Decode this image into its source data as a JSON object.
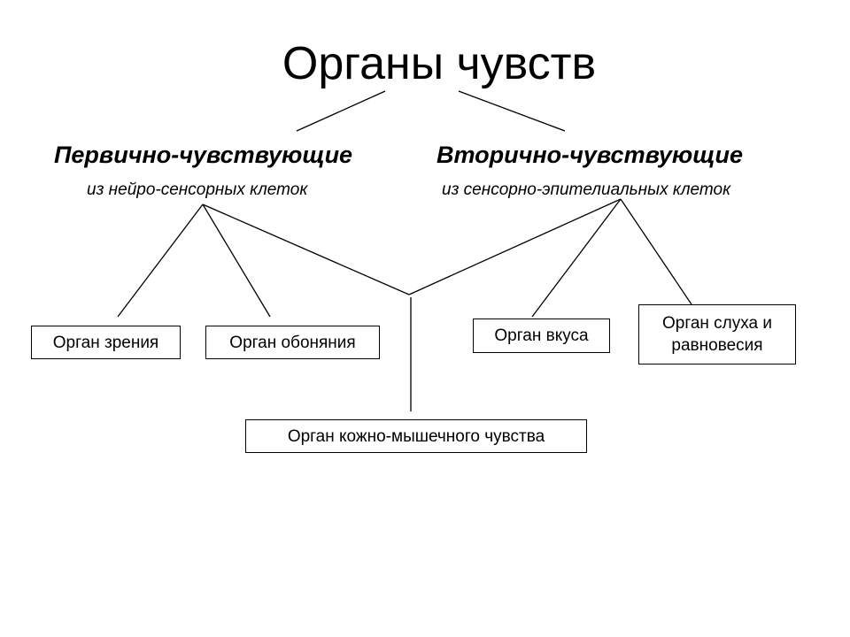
{
  "title": "Органы чувств",
  "categories": [
    {
      "heading": "Первично-чувствующие",
      "subtitle": "из нейро-сенсорных клеток"
    },
    {
      "heading": "Вторично-чувствующие",
      "subtitle": "из сенсорно-эпителиальных клеток"
    }
  ],
  "organs": [
    {
      "label": "Орган зрения"
    },
    {
      "label": "Орган обоняния"
    },
    {
      "label": "Орган вкуса"
    },
    {
      "label": "Орган слуха и равновесия"
    },
    {
      "label": "Орган кожно-мышечного чувства"
    }
  ]
}
